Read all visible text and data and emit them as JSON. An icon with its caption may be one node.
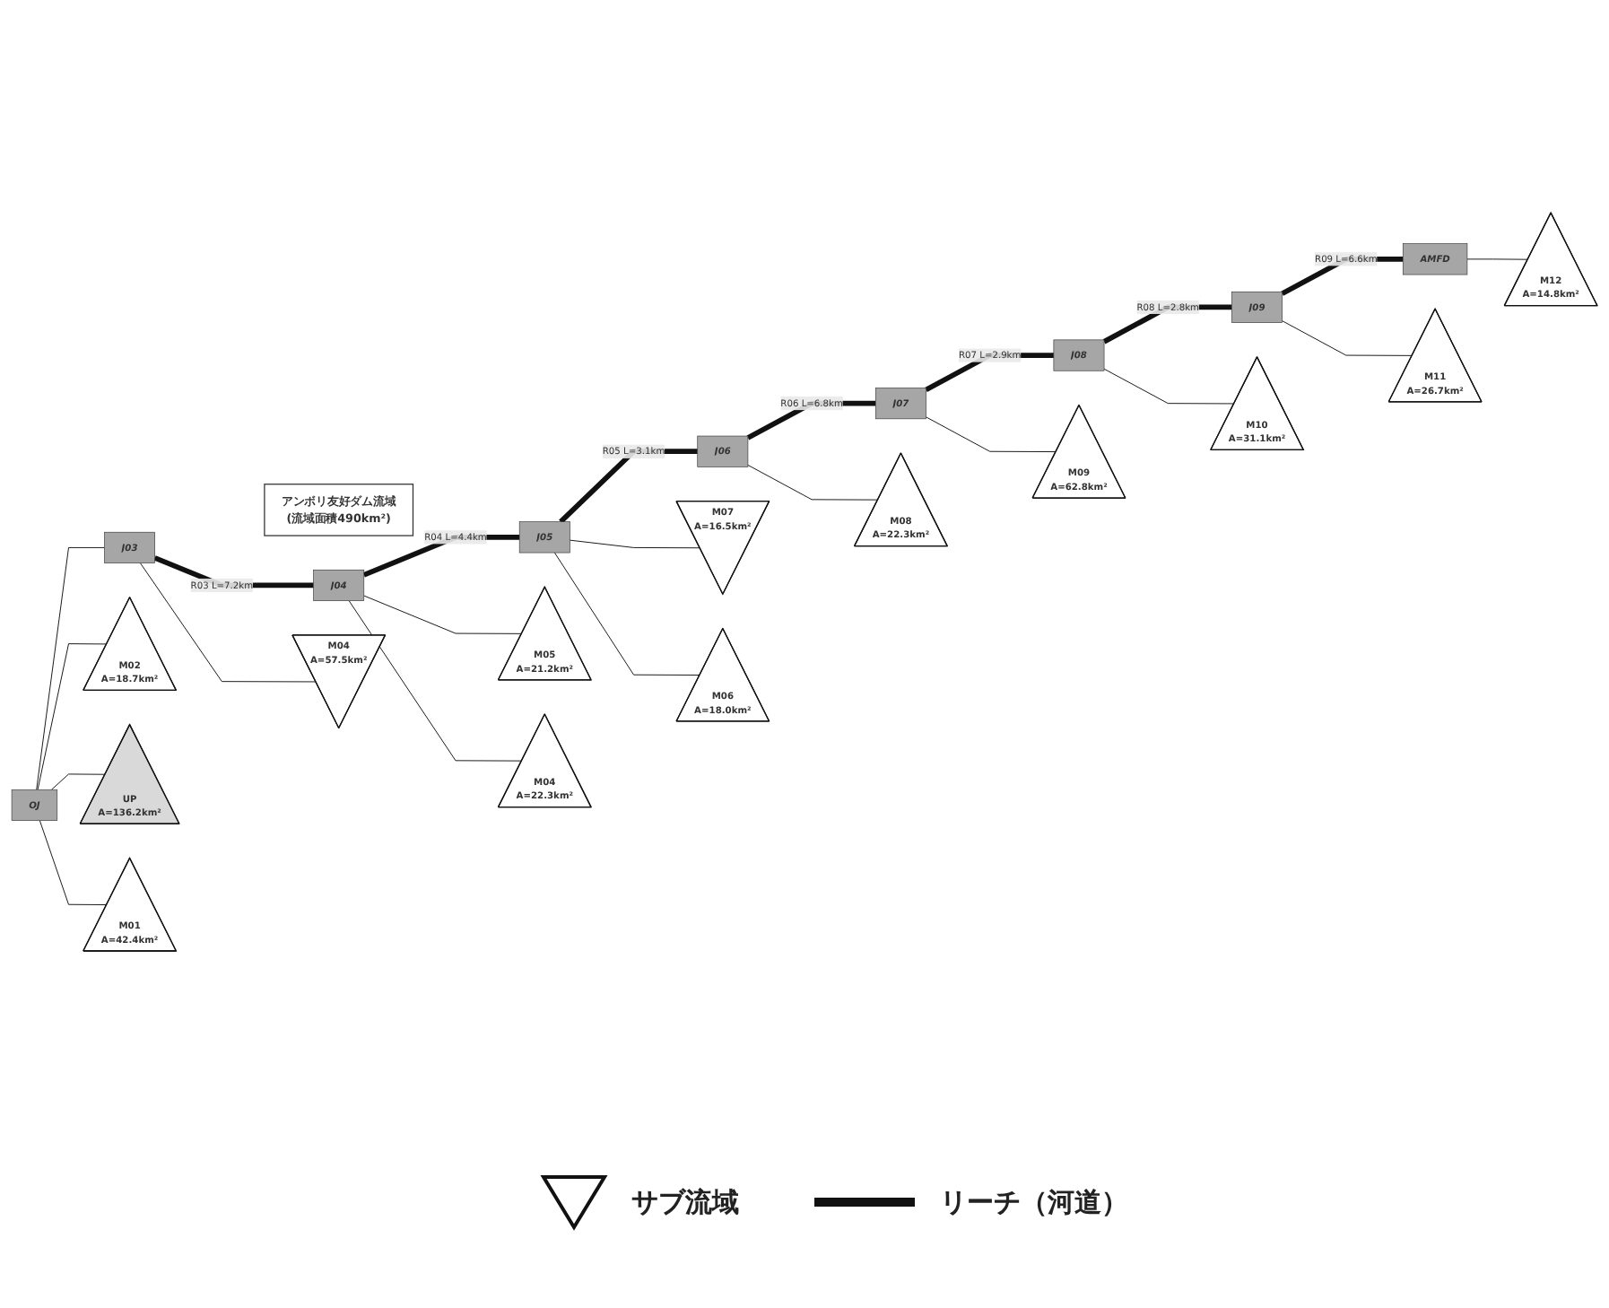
{
  "diagram": {
    "nodes": [
      {
        "text": [
          "アンボリ友好ダム流域",
          "(流域面積490km²)"
        ]
      },
      {
        "text": [
          "M12",
          "A=14.8km²"
        ]
      },
      {
        "text": [
          "J08"
        ]
      },
      {
        "text": [
          "J09"
        ]
      },
      {
        "text": [
          "AMFD"
        ]
      },
      {
        "text": [
          "J07"
        ]
      },
      {
        "text": [
          "M07",
          "A=16.5km²"
        ]
      },
      {
        "text": [
          "M10",
          "A=31.1km²"
        ]
      },
      {
        "text": [
          "M05",
          "A=21.2km²"
        ]
      },
      {
        "text": [
          "J06"
        ]
      },
      {
        "text": [
          "M11",
          "A=26.7km²"
        ]
      },
      {
        "text": [
          "J04"
        ]
      },
      {
        "text": [
          "J05"
        ]
      },
      {
        "text": [
          "M09",
          "A=62.8km²"
        ]
      },
      {
        "text": [
          "M02",
          "A=18.7km²"
        ]
      },
      {
        "text": [
          "M08",
          "A=22.3km²"
        ]
      },
      {
        "text": [
          "M04",
          "A=22.3km²"
        ]
      },
      {
        "text": [
          "M06",
          "A=18.0km²"
        ]
      },
      {
        "text": [
          "J03"
        ]
      },
      {
        "text": [
          "UP",
          "A=136.2km²"
        ]
      },
      {
        "text": [
          "OJ"
        ]
      },
      {
        "text": [
          "M04",
          "A=57.5km²"
        ]
      },
      {
        "text": [
          "M01",
          "A=42.4km²"
        ]
      }
    ],
    "edges": [
      {
        "from": 19,
        "to": 20,
        "arrow": "none"
      },
      {
        "from": 14,
        "to": 20,
        "arrow": "none"
      },
      {
        "from": 22,
        "to": 20,
        "arrow": "none"
      },
      {
        "from": 20,
        "to": 18,
        "arrow": "none"
      },
      {
        "from": 21,
        "to": 18,
        "arrow": "none"
      },
      {
        "from": 18,
        "to": 11,
        "arrow": "none",
        "label": "R03 L=7.2km",
        "style": "thick"
      },
      {
        "from": 8,
        "to": 11,
        "arrow": "none"
      },
      {
        "from": 16,
        "to": 11,
        "arrow": "none"
      },
      {
        "from": 11,
        "to": 12,
        "arrow": "none",
        "label": "R04 L=4.4km",
        "style": "thick"
      },
      {
        "from": 6,
        "to": 12,
        "arrow": "none"
      },
      {
        "from": 17,
        "to": 12,
        "arrow": "none"
      },
      {
        "from": 12,
        "to": 9,
        "arrow": "none",
        "label": "R05 L=3.1km",
        "style": "thick"
      },
      {
        "from": 15,
        "to": 9,
        "arrow": "none"
      },
      {
        "from": 9,
        "to": 5,
        "arrow": "none",
        "label": "R06 L=6.8km",
        "style": "thick"
      },
      {
        "from": 13,
        "to": 5,
        "arrow": "none"
      },
      {
        "from": 5,
        "to": 2,
        "arrow": "none",
        "label": "R07 L=2.9km",
        "style": "thick"
      },
      {
        "from": 7,
        "to": 2,
        "arrow": "none"
      },
      {
        "from": 2,
        "to": 3,
        "arrow": "none",
        "label": "R08 L=2.8km",
        "style": "thick"
      },
      {
        "from": 10,
        "to": 3,
        "arrow": "none"
      },
      {
        "from": 3,
        "to": 4,
        "arrow": "none",
        "label": "R09 L=6.6km",
        "style": "thick"
      },
      {
        "from": 1,
        "to": 4,
        "arrow": "none"
      }
    ],
    "legend": [
      {
        "text": "サブ流域"
      },
      {
        "text": "リーチ（河道）"
      }
    ]
  }
}
